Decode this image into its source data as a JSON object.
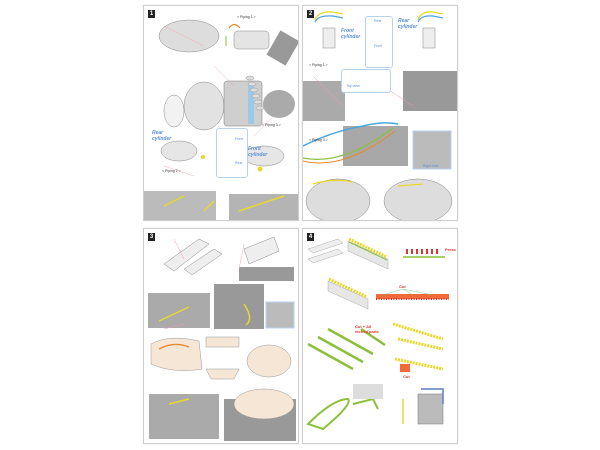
{
  "steps": [
    {
      "number": "1",
      "labels": {
        "piping1": "< Piping 1 >",
        "piping2": "< Piping 2 >",
        "piping3": "< Piping 3 >",
        "rear_cyl": "Rear cylinder",
        "front_cyl": "Front cylinder",
        "rear": "Rear",
        "front": "Front"
      }
    },
    {
      "number": "2",
      "labels": {
        "front_cyl": "Front cylinder",
        "rear_cyl": "Rear cylinder",
        "rear": "Rear",
        "front": "Front",
        "piping1": "< Piping 1 >",
        "piping3": "< Piping 3 >",
        "top_view": "Top view",
        "right_side": "Right side"
      }
    },
    {
      "number": "3",
      "labels": {}
    },
    {
      "number": "4",
      "labels": {
        "press": "Press",
        "cut": "Cut",
        "cut_all": "Cut + All etched parts",
        "cut2": "Cut"
      }
    }
  ],
  "colors": {
    "leader": "#f0a0a8",
    "yellow": "#e8d82a",
    "blue": "#4aa6e0",
    "orange": "#e8892a",
    "green": "#8cbf3a",
    "red": "#e0332c",
    "tank": "#f5e6d6"
  }
}
